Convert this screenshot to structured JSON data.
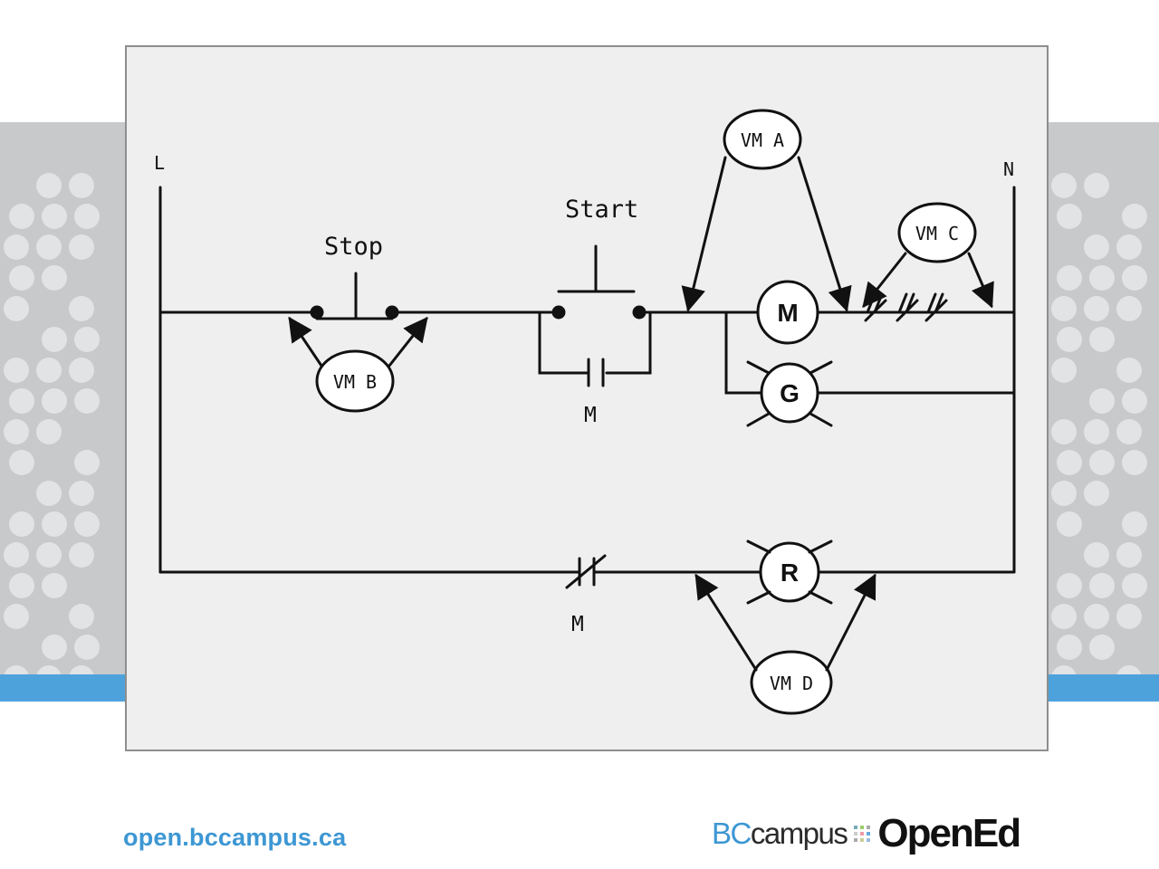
{
  "diagram": {
    "rail_left_label": "L",
    "rail_right_label": "N",
    "stop_label": "Stop",
    "start_label": "Start",
    "seal_contact_label": "M",
    "nc_contact_label": "M",
    "motor_coil_label": "M",
    "green_lamp_label": "G",
    "red_lamp_label": "R",
    "voltmeters": {
      "a": "VM A",
      "b": "VM B",
      "c": "VM C",
      "d": "VM D"
    }
  },
  "footer": {
    "url": "open.bccampus.ca",
    "logo": {
      "bc": "BC",
      "campus": "campus",
      "opened": "OpenEd"
    }
  },
  "colors": {
    "accent_blue": "#4ea2dc",
    "band_gray": "#c8c9cb",
    "url_blue": "#3d97d3"
  }
}
